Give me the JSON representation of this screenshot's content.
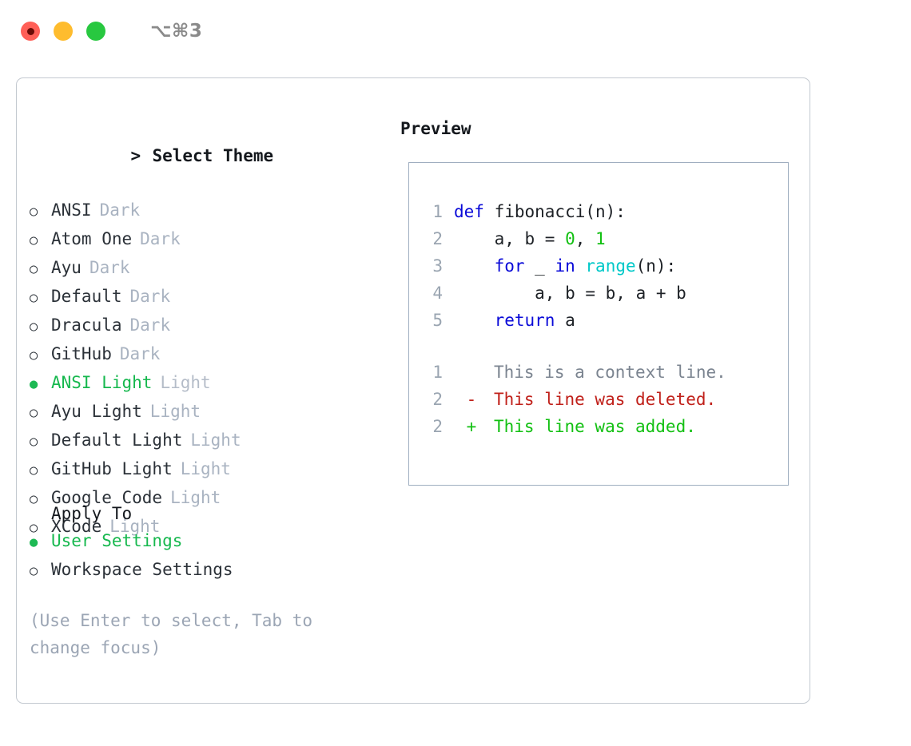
{
  "titlebar": {
    "shortcut": "⌥⌘3",
    "lights": [
      "close-red",
      "minimize-yellow",
      "maximize-green"
    ]
  },
  "theme_panel": {
    "heading": "Select Theme",
    "caret": ">",
    "bullet_selected": "●",
    "bullet_unselected": "○",
    "options": [
      {
        "label": "ANSI",
        "tag": "Dark",
        "selected": false
      },
      {
        "label": "Atom One",
        "tag": "Dark",
        "selected": false
      },
      {
        "label": "Ayu",
        "tag": "Dark",
        "selected": false
      },
      {
        "label": "Default",
        "tag": "Dark",
        "selected": false
      },
      {
        "label": "Dracula",
        "tag": "Dark",
        "selected": false
      },
      {
        "label": "GitHub",
        "tag": "Dark",
        "selected": false
      },
      {
        "label": "ANSI Light",
        "tag": "Light",
        "selected": true
      },
      {
        "label": "Ayu Light",
        "tag": "Light",
        "selected": false
      },
      {
        "label": "Default Light",
        "tag": "Light",
        "selected": false
      },
      {
        "label": "GitHub Light",
        "tag": "Light",
        "selected": false
      },
      {
        "label": "Google Code",
        "tag": "Light",
        "selected": false
      },
      {
        "label": "XCode",
        "tag": "Light",
        "selected": false
      }
    ]
  },
  "apply_to": {
    "heading": "Apply To",
    "options": [
      {
        "label": "User Settings",
        "selected": true
      },
      {
        "label": "Workspace Settings",
        "selected": false
      }
    ]
  },
  "hint": "(Use Enter to select, Tab to change focus)",
  "preview": {
    "heading": "Preview",
    "code_lines": [
      {
        "no": "1",
        "tokens": [
          {
            "t": "def ",
            "c": "kw"
          },
          {
            "t": "fibonacci(n):",
            "c": "pl"
          }
        ]
      },
      {
        "no": "2",
        "tokens": [
          {
            "t": "    a, b = ",
            "c": "pl"
          },
          {
            "t": "0",
            "c": "num"
          },
          {
            "t": ", ",
            "c": "pl"
          },
          {
            "t": "1",
            "c": "num"
          }
        ]
      },
      {
        "no": "3",
        "tokens": [
          {
            "t": "    ",
            "c": "pl"
          },
          {
            "t": "for",
            "c": "kw"
          },
          {
            "t": " _ ",
            "c": "pl"
          },
          {
            "t": "in",
            "c": "kw"
          },
          {
            "t": " ",
            "c": "pl"
          },
          {
            "t": "range",
            "c": "fn"
          },
          {
            "t": "(n):",
            "c": "pl"
          }
        ]
      },
      {
        "no": "4",
        "tokens": [
          {
            "t": "        a, b = b, a + b",
            "c": "pl"
          }
        ]
      },
      {
        "no": "5",
        "tokens": [
          {
            "t": "    ",
            "c": "pl"
          },
          {
            "t": "return",
            "c": "kw"
          },
          {
            "t": " a",
            "c": "pl"
          }
        ]
      }
    ],
    "diff_lines": [
      {
        "no": "1",
        "mark": " ",
        "text": "This is a context line.",
        "kind": "ctx"
      },
      {
        "no": "2",
        "mark": "-",
        "text": "This line was deleted.",
        "kind": "del"
      },
      {
        "no": "2",
        "mark": "+",
        "text": "This line was added.",
        "kind": "add"
      }
    ]
  },
  "colors": {
    "accent_green": "#16b84e",
    "keyword_blue": "#0a0ad8",
    "function_cyan": "#00c8c8",
    "number_green": "#12c012",
    "diff_add": "#12c012",
    "diff_del": "#c0201a",
    "diff_ctx": "#7b8490",
    "muted": "#a9b3c1",
    "panel_border": "#c3c9d0",
    "preview_border": "#9faec0"
  }
}
